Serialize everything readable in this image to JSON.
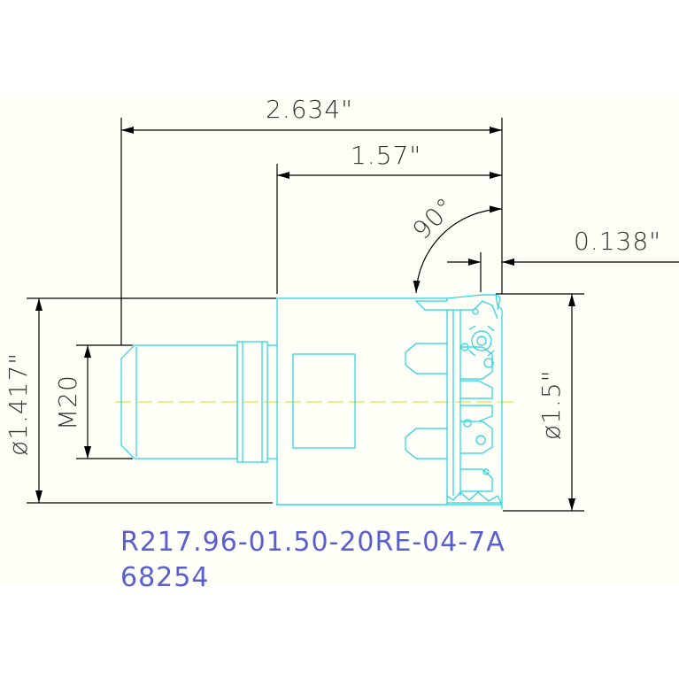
{
  "drawing": {
    "background": "#fefff6",
    "colors": {
      "dimension": "#000000",
      "outline": "#22d3e6",
      "centerline": "#e6e24a",
      "part_text": "#5a5fd0"
    },
    "dimensions": {
      "overall_length": "2.634\"",
      "head_length": "1.57\"",
      "angle": "90°",
      "insert_offset": "0.138\"",
      "thread_size": "M20",
      "body_diameter": "ø1.417\"",
      "cutting_diameter": "ø1.5\""
    },
    "part_number": "R217.96-01.50-20RE-04-7A",
    "part_code": "68254"
  }
}
